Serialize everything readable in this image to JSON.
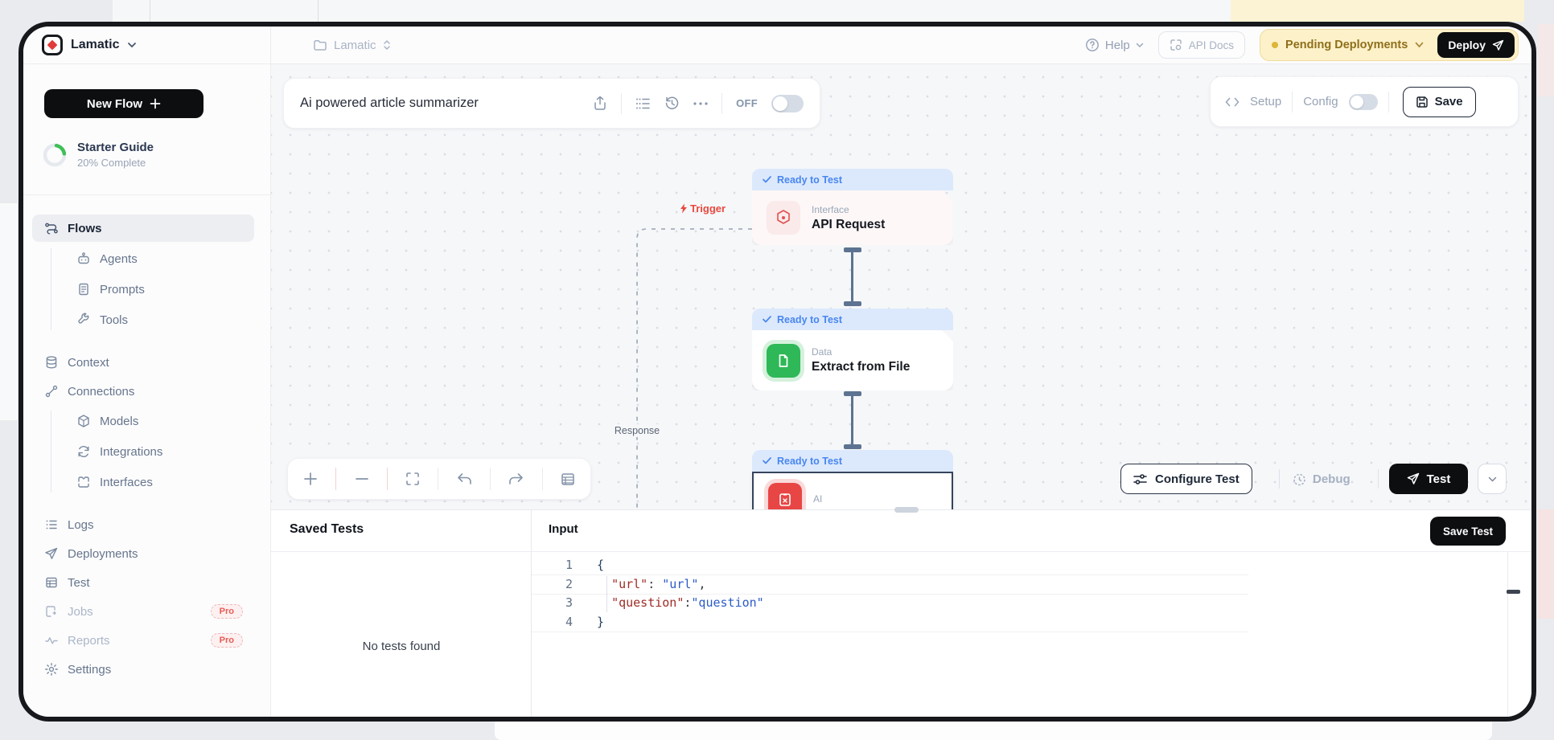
{
  "header": {
    "app_name": "Lamatic",
    "breadcrumb": "Lamatic",
    "help_label": "Help",
    "api_docs_label": "API Docs",
    "pending_label": "Pending Deployments",
    "deploy_label": "Deploy"
  },
  "sidebar": {
    "new_flow_label": "New Flow",
    "starter_title": "Starter Guide",
    "starter_progress": "20% Complete",
    "pro_badge": "Pro",
    "items": [
      {
        "label": "Flows",
        "icon": "flow-icon",
        "selected": true
      },
      {
        "label": "Agents",
        "icon": "robot-icon"
      },
      {
        "label": "Prompts",
        "icon": "document-icon"
      },
      {
        "label": "Tools",
        "icon": "wrench-icon"
      },
      {
        "label": "Context",
        "icon": "database-icon"
      },
      {
        "label": "Connections",
        "icon": "link-icon"
      },
      {
        "label": "Models",
        "icon": "cube-icon"
      },
      {
        "label": "Integrations",
        "icon": "sync-icon"
      },
      {
        "label": "Interfaces",
        "icon": "window-icon"
      },
      {
        "label": "Logs",
        "icon": "list-icon"
      },
      {
        "label": "Deployments",
        "icon": "paper-plane-icon"
      },
      {
        "label": "Test",
        "icon": "table-icon"
      },
      {
        "label": "Jobs",
        "icon": "job-icon",
        "badge": "Pro",
        "disabled": true
      },
      {
        "label": "Reports",
        "icon": "pulse-icon",
        "badge": "Pro",
        "disabled": true
      },
      {
        "label": "Settings",
        "icon": "gear-icon"
      }
    ]
  },
  "flow": {
    "title": "Ai powered article summarizer",
    "off_label": "OFF",
    "setup_label": "Setup",
    "config_label": "Config",
    "save_label": "Save",
    "trigger_label": "Trigger",
    "response_label": "Response",
    "configure_test_label": "Configure Test",
    "debug_label": "Debug",
    "test_label": "Test",
    "nodes": [
      {
        "status": "Ready to Test",
        "category": "Interface",
        "name": "API Request"
      },
      {
        "status": "Ready to Test",
        "category": "Data",
        "name": "Extract from File"
      },
      {
        "status": "Ready to Test",
        "category": "AI",
        "name": ""
      }
    ]
  },
  "panel": {
    "saved_tests_label": "Saved Tests",
    "input_label": "Input",
    "save_test_label": "Save Test",
    "no_tests_label": "No tests found",
    "editor": {
      "line_numbers": [
        "1",
        "2",
        "3",
        "4"
      ],
      "open_brace": "{",
      "close_brace": "}",
      "url_key": "\"url\"",
      "url_colon": ": ",
      "url_value": "\"url\"",
      "url_comma": ",",
      "question_key": "\"question\"",
      "question_colon": ":",
      "question_value": "\"question\""
    }
  },
  "colors": {
    "accent_blue": "#4886f0",
    "status_green": "#2eb857",
    "status_red": "#e84545",
    "pending_bg": "#fcf1c9",
    "pending_text": "#8f6f1a",
    "pro_red": "#e95c55",
    "code_key": "#9e2b25",
    "code_value": "#2c5bc7"
  }
}
